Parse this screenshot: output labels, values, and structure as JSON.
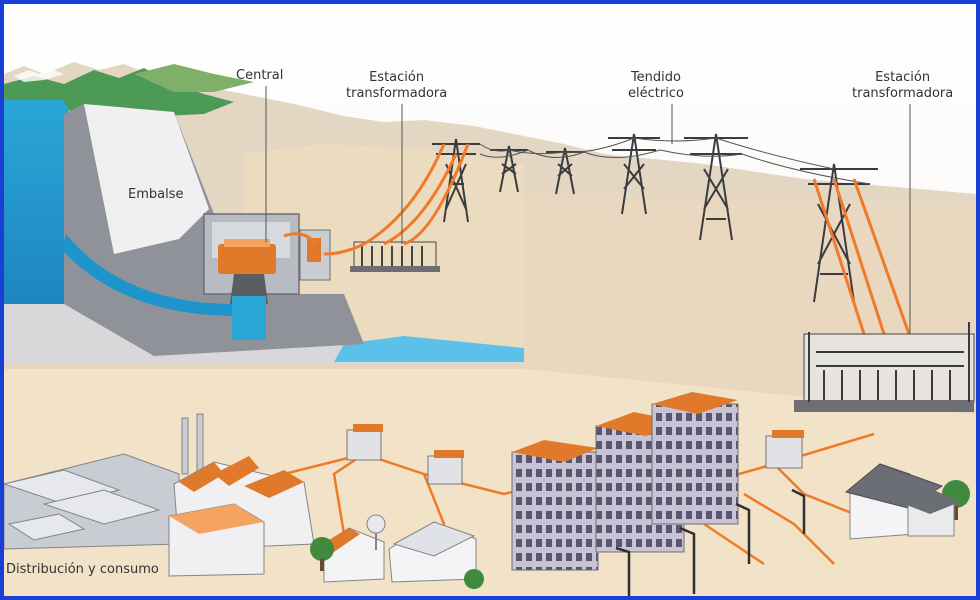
{
  "labels": {
    "central": "Central",
    "embalse": "Embalse",
    "station_left": [
      "Estación",
      "transformadora"
    ],
    "tendido": [
      "Tendido",
      "eléctrico"
    ],
    "station_right": [
      "Estación",
      "transformadora"
    ],
    "distribucion": "Distribución y consumo"
  },
  "colors": {
    "frame": "#1a3fd6",
    "water": "#2a9fd0",
    "cable": "#f07a28",
    "ground": "#f2e3c8"
  }
}
